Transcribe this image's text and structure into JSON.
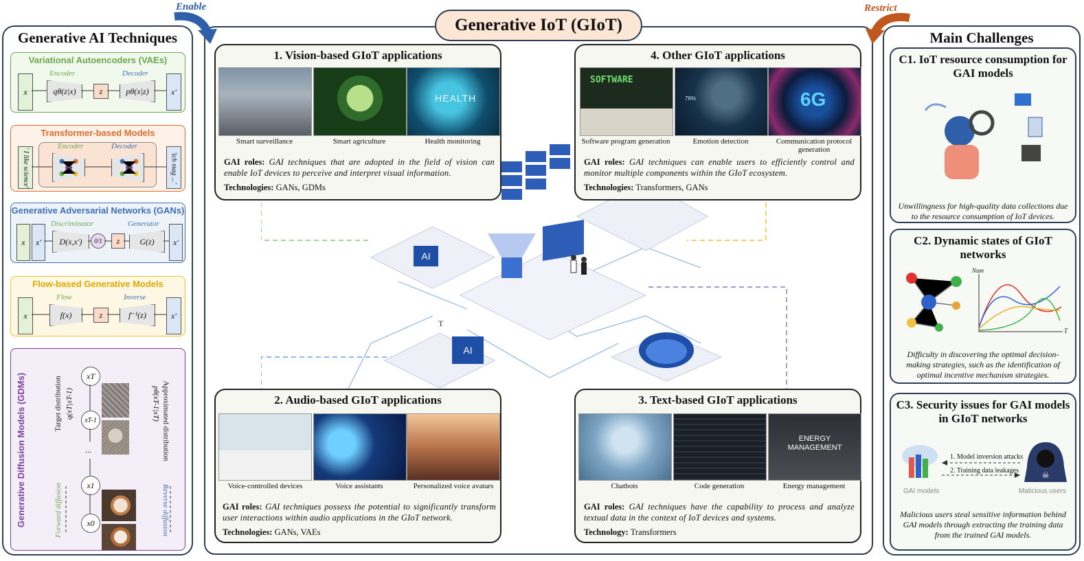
{
  "header": {
    "title": "Generative IoT (GIoT)",
    "enable_label": "Enable",
    "restrict_label": "Restrict"
  },
  "left": {
    "title": "Generative AI Techniques",
    "vae": {
      "title": "Variational Autoencoders (VAEs)",
      "encoder": "Encoder",
      "decoder": "Decoder",
      "x": "x",
      "q": "qθ(z|x)",
      "z": "z",
      "p": "pθ(x|z)",
      "xp": "x′"
    },
    "transformer": {
      "title": "Transformer-based Models",
      "encoder": "Encoder",
      "decoder": "Decoder",
      "input": "' I like science'",
      "output": "'ich mag ...'"
    },
    "gan": {
      "title": "Generative Adversarial Networks (GANs)",
      "discriminator": "Discriminator",
      "generator": "Generator",
      "x": "x",
      "xp": "x′",
      "d": "D(x,x′)",
      "o": "0/1",
      "z": "z",
      "g": "G(z)",
      "xout": "x′"
    },
    "flow": {
      "title": "Flow-based Generative Models",
      "flow": "Flow",
      "inverse": "Inverse",
      "x": "x",
      "f": "f(x)",
      "z": "z",
      "finv": "f⁻¹(z)",
      "xp": "x′"
    },
    "gdm": {
      "title": "Generative Diffusion Models (GDMs)",
      "target": "Target distribution",
      "q": "q(xT|xT-1)",
      "approx": "Approximated distribution",
      "p": "pθ(xT-1|xT)",
      "forward": "Forward diffusion",
      "reverse": "Reverse diffusion",
      "xT": "xT",
      "xT1": "xT-1",
      "dots": "...",
      "x1": "x1",
      "x0": "x0"
    }
  },
  "apps": {
    "vision": {
      "title": "1. Vision-based GIoT applications",
      "captions": [
        "Smart surveillance",
        "Smart agriculture",
        "Health monitoring"
      ],
      "roles_label": "GAI roles:",
      "roles": "GAI techniques that are adopted in the field of vision can enable IoT devices to perceive and interpret visual information.",
      "tech_label": "Technologies:",
      "tech": "GANs, GDMs"
    },
    "other": {
      "title": "4. Other GIoT applications",
      "captions": [
        "Software program generation",
        "Emotion detection",
        "Communication protocol generation"
      ],
      "roles_label": "GAI roles:",
      "roles": "GAI techniques can enable users to efficiently control and monitor multiple components within the GIoT ecosystem.",
      "tech_label": "Technologies:",
      "tech": "Transformers, GANs",
      "img_text": [
        "SOFTWARE",
        "6G",
        "76%"
      ]
    },
    "audio": {
      "title": "2. Audio-based GIoT applications",
      "captions": [
        "Voice-controlled devices",
        "Voice assistants",
        "Personalized voice avatars"
      ],
      "roles_label": "GAI roles:",
      "roles": "GAI techniques possess the potential to significantly transform user interactions within audio applications in the GIoT network.",
      "tech_label": "Technologies:",
      "tech": "GANs, VAEs"
    },
    "text": {
      "title": "3. Text-based GIoT applications",
      "captions": [
        "Chatbots",
        "Code generation",
        "Energy management"
      ],
      "roles_label": "GAI roles:",
      "roles": "GAI techniques have the capability to process and analyze textual data in the context of IoT devices and systems.",
      "tech_label": "Technology:",
      "tech": "Transformers",
      "img_text": "ENERGY MANAGEMENT"
    }
  },
  "center": {
    "ai_labels": [
      "AI",
      "AI"
    ],
    "health_text": "HEALTH",
    "book_letter": "T"
  },
  "right": {
    "title": "Main Challenges",
    "c1": {
      "title": "C1. IoT resource consumption for GAI models",
      "desc": "Unwillingness for high-quality data collections due to the resource consumption of IoT devices."
    },
    "c2": {
      "title": "C2. Dynamic states of GIoT networks",
      "axis_y": "Num",
      "axis_x": "T",
      "desc": "Difficulty in discovering the optimal decision-making strategies, such as the identification of optimal incentive mechanism strategies."
    },
    "c3": {
      "title": "C3. Security issues for GAI models in GIoT networks",
      "attack1": "1. Model inversion attacks",
      "attack2": "2. Training data leakages",
      "gai_models": "GAI models",
      "malicious": "Malicious users",
      "desc": "Malicious users steal sensitive information behind GAI models through extracting the training data from the trained GAI models."
    }
  },
  "colors": {
    "frame": "#2f3e55",
    "vae": "#6aa84f",
    "transformer": "#e06c2c",
    "gan": "#3d6fb5",
    "flow": "#f1c232",
    "gdm": "#7b3fa0",
    "enable": "#2f5fa8",
    "restrict": "#c0571e"
  }
}
